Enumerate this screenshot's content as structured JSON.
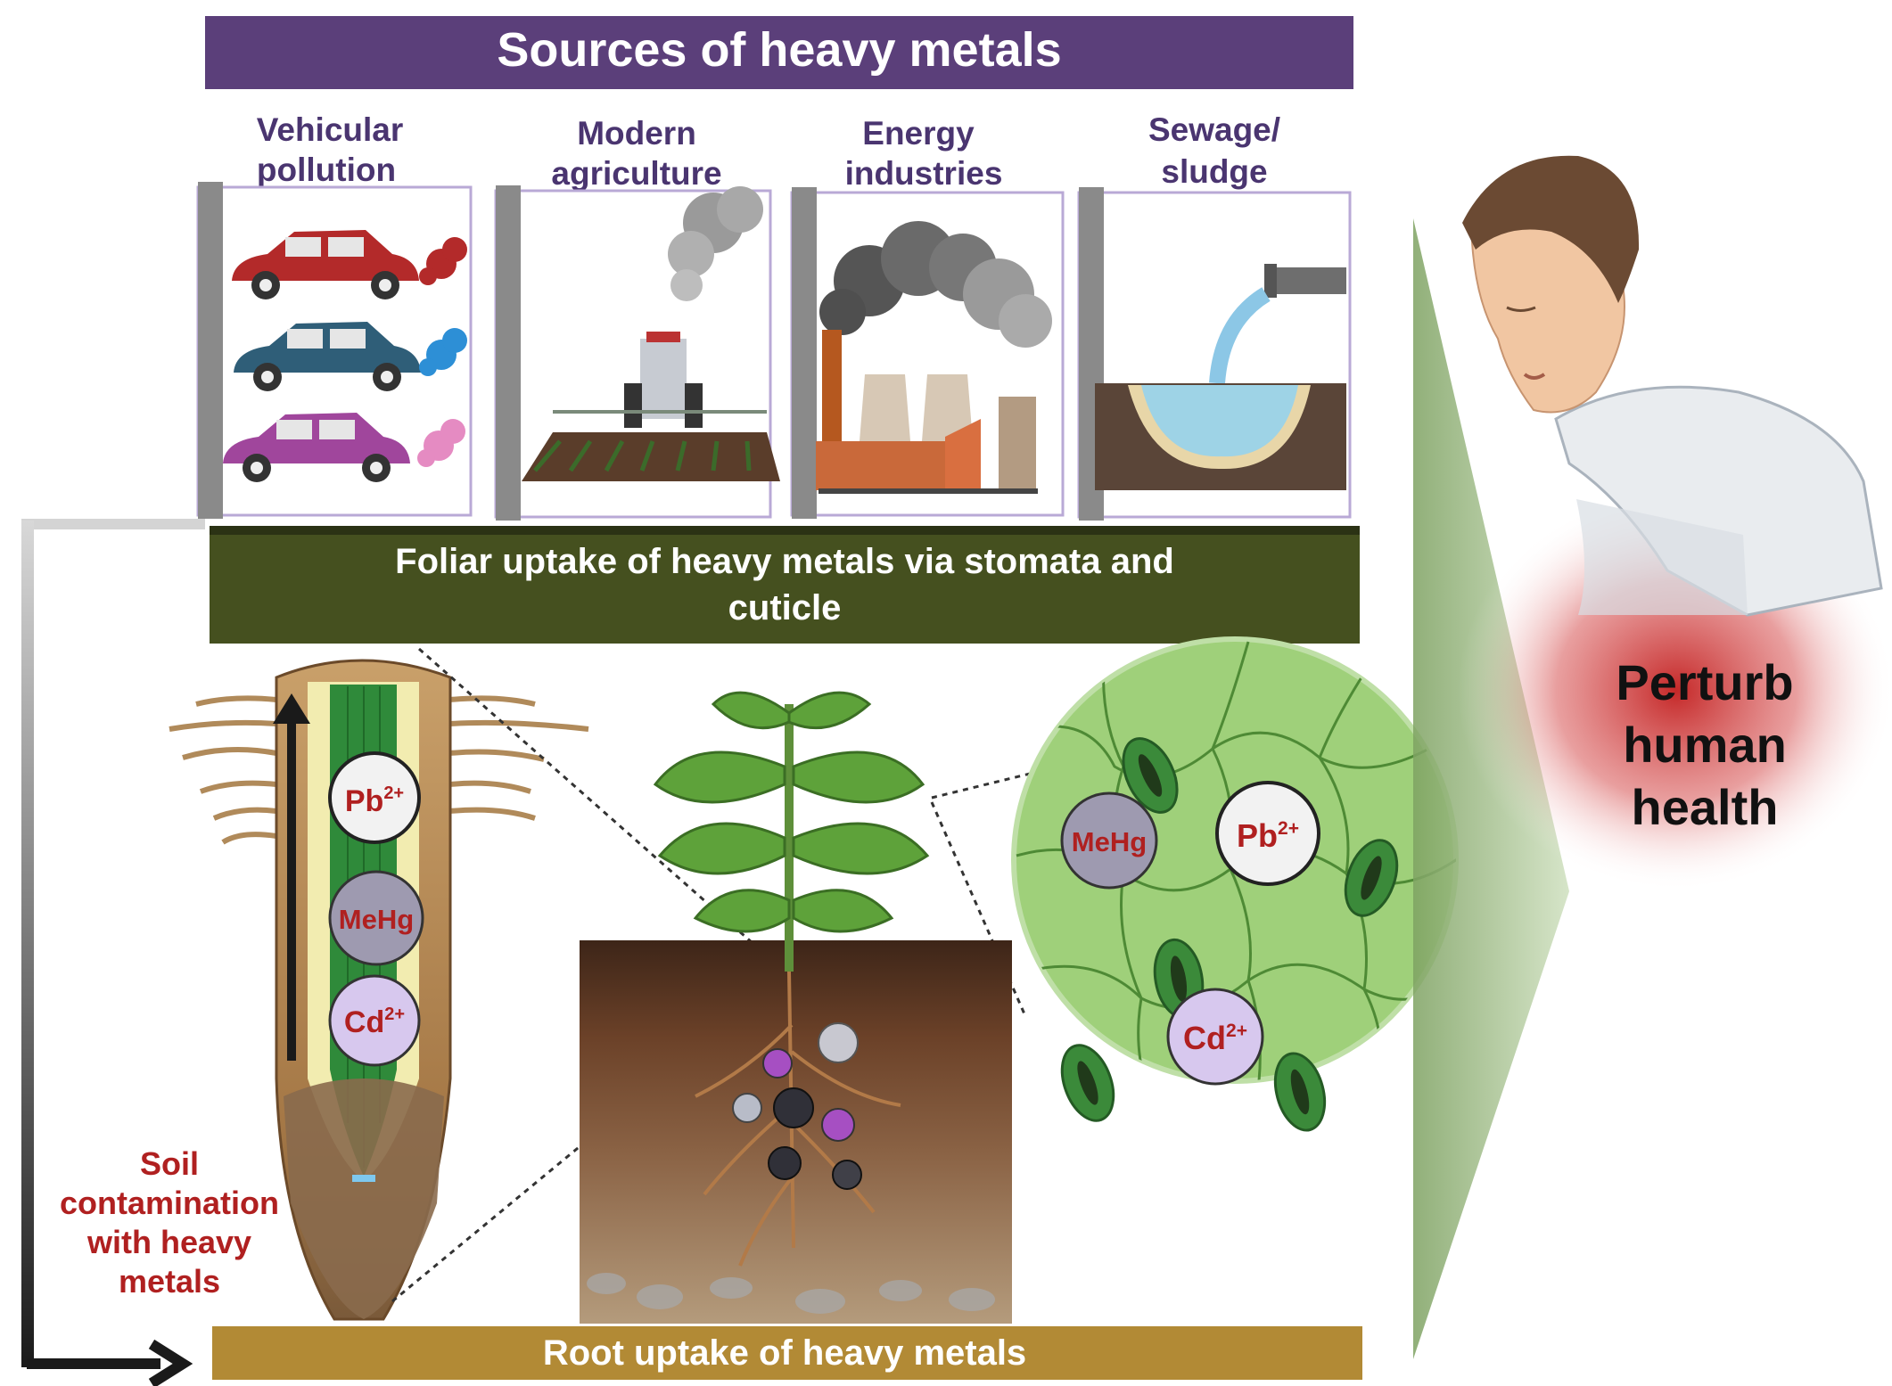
{
  "header": {
    "title": "Sources of heavy metals"
  },
  "sources": [
    {
      "line1": "Vehicular",
      "line2": "pollution",
      "icon": "cars-exhaust-icon"
    },
    {
      "line1": "Modern",
      "line2": "agriculture",
      "icon": "tractor-spraying-icon"
    },
    {
      "line1": "Energy",
      "line2": "industries",
      "icon": "factory-smoke-icon"
    },
    {
      "line1": "Sewage/",
      "line2": "sludge",
      "icon": "sewage-pipe-icon"
    }
  ],
  "foliar": {
    "line1": "Foliar uptake of heavy metals via stomata and",
    "line2": "cuticle"
  },
  "root_uptake": {
    "label": "Root uptake of heavy metals"
  },
  "soil": {
    "line1": "Soil",
    "line2": "contamination",
    "line3": "with heavy",
    "line4": "metals"
  },
  "health": {
    "line1": "Perturb",
    "line2": "human",
    "line3": "health"
  },
  "ions": {
    "pb": {
      "base": "Pb",
      "charge": "2+"
    },
    "mehg": {
      "base": "MeHg"
    },
    "cd": {
      "base": "Cd",
      "charge": "2+"
    }
  },
  "colors": {
    "header_bg": "#5b3f7a",
    "foliar_bg": "#45501f",
    "root_bg": "#b28a35",
    "source_text": "#4a3570",
    "soil_text": "#b02020",
    "ion_text": "#b02020",
    "pb_fill": "#f2f2f2",
    "mehg_fill": "#9e9ab0",
    "cd_fill": "#d7c8ee"
  }
}
